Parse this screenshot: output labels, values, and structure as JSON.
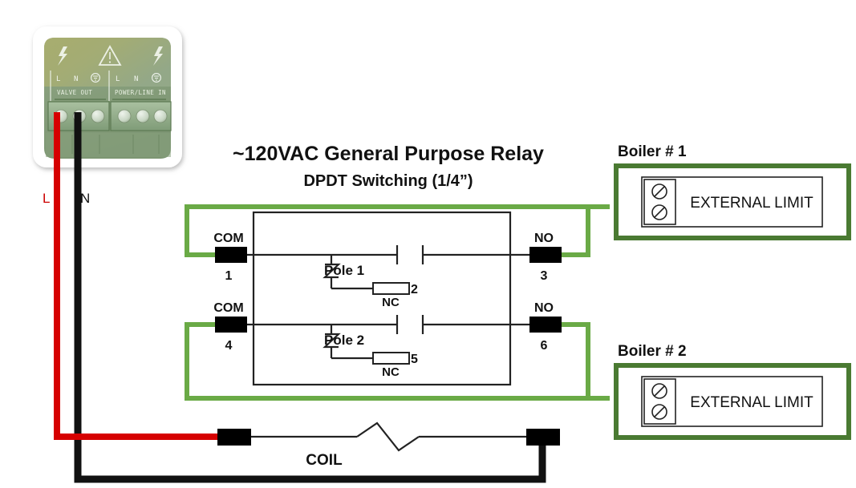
{
  "diagram": {
    "title_line1": "~120VAC General Purpose Relay",
    "title_line2": "DPDT Switching (1/4”)"
  },
  "device": {
    "valve_out_label": "VALVE OUT",
    "power_line_in_label": "POWER/LINE IN",
    "valve_terminals": [
      "L",
      "N",
      "⏚"
    ],
    "power_terminals": [
      "L",
      "N",
      "⏚"
    ],
    "icons": [
      "lightning-bolt-icon",
      "warning-triangle-icon",
      "lightning-bolt-icon"
    ]
  },
  "wires": {
    "line_label": "L",
    "neutral_label": "N",
    "line_color": "#d60000",
    "neutral_color": "#111111",
    "switch_color": "#6aaa46"
  },
  "relay": {
    "poles": [
      {
        "name": "Pole 1",
        "com_label": "COM",
        "com_number": "1",
        "no_label": "NO",
        "no_number": "3",
        "nc_label": "NC",
        "nc_number": "2"
      },
      {
        "name": "Pole 2",
        "com_label": "COM",
        "com_number": "4",
        "no_label": "NO",
        "no_number": "6",
        "nc_label": "NC",
        "nc_number": "5"
      }
    ],
    "coil_label": "COIL"
  },
  "boilers": [
    {
      "title": "Boiler # 1",
      "limit_label": "EXTERNAL LIMIT"
    },
    {
      "title": "Boiler # 2",
      "limit_label": "EXTERNAL LIMIT"
    }
  ],
  "colors": {
    "green_wire": "#6aaa46",
    "green_box": "#4a7a32",
    "red_wire": "#d60000",
    "black": "#111111",
    "device_body": "#8aa57c",
    "device_top": "#9aa86a"
  }
}
